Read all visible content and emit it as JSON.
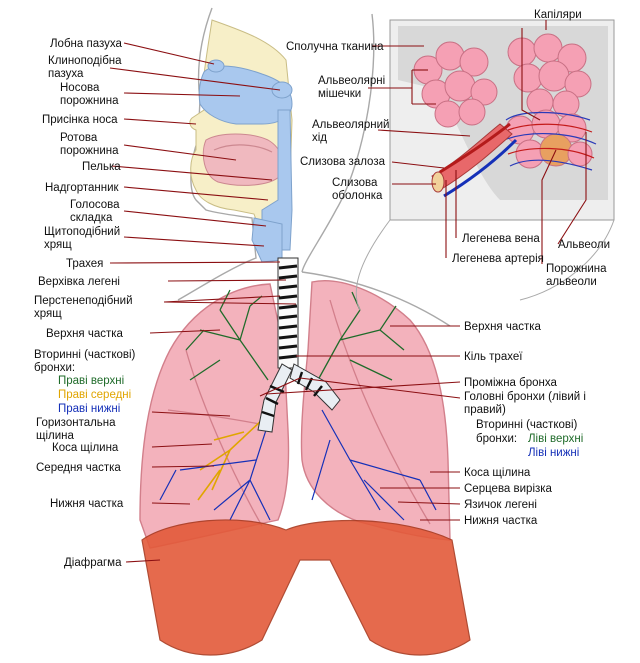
{
  "colors": {
    "skin": "#f7efc8",
    "airway": "#a9c8ee",
    "lung": "#f3b2bc",
    "diaphragm": "#e35a3a",
    "leader": "#8b0f12",
    "green": "#1f6b2a",
    "yellow": "#e0a500",
    "blue": "#1530b8"
  },
  "labels": {
    "frontal_sinus": "Лобна пазуха",
    "ethmoid_sinus_1": "Клиноподібна",
    "ethmoid_sinus_2": "пазуха",
    "nasal_cavity_1": "Носова",
    "nasal_cavity_2": "порожнина",
    "nostril": "Присінка носа",
    "oral_cavity_1": "Ротова",
    "oral_cavity_2": "порожнина",
    "pharynx": "Пелька",
    "epiglottis": "Надгортанник",
    "vocal_fold_1": "Голосова",
    "vocal_fold_2": "складка",
    "thyroid_cartilage_1": "Щитоподібний",
    "thyroid_cartilage_2": "хрящ",
    "trachea": "Трахея",
    "lung_apex": "Верхівка легені",
    "cricoid_cartilage_1": "Перстенеподібний",
    "cricoid_cartilage_2": "хрящ",
    "upper_lobe_left": "Верхня частка",
    "secondary_bronchi_left_1": "Вторинні (часткові)",
    "secondary_bronchi_left_2": "бронхи:",
    "right_upper": "Праві верхні",
    "right_middle": "Праві середні",
    "right_lower": "Праві нижні",
    "horizontal_fissure_1": "Горизонтальна",
    "horizontal_fissure_2": "щілина",
    "oblique_fissure_left": "Коса щілина",
    "middle_lobe": "Середня частка",
    "lower_lobe_left": "Нижня частка",
    "diaphragm": "Діафрагма",
    "connective_tissue": "Сполучна тканина",
    "capillaries": "Капіляри",
    "alveolar_sacs_1": "Альвеолярні",
    "alveolar_sacs_2": "мішечки",
    "alveolar_duct_1": "Альвеолярний",
    "alveolar_duct_2": "хід",
    "mucous_gland": "Слизова залоза",
    "mucous_membrane_1": "Слизова",
    "mucous_membrane_2": "оболонка",
    "pulmonary_vein": "Легенева вена",
    "pulmonary_artery": "Легенева артерія",
    "alveoli": "Альвеоли",
    "alveolar_cavity_1": "Порожнина",
    "alveolar_cavity_2": "альвеоли",
    "upper_lobe_right": "Верхня частка",
    "carina": "Кіль трахеї",
    "intermediate_bronchus": "Проміжна бронха",
    "main_bronchi_1": "Головні бронхи (лівий і",
    "main_bronchi_2": "правий)",
    "secondary_bronchi_right_1": "Вторинні (часткові)",
    "secondary_bronchi_right_2": "бронхи:",
    "left_upper": "Ліві верхні",
    "left_lower": "Ліві нижні",
    "oblique_fissure_right": "Коса щілина",
    "cardiac_notch": "Серцева вирізка",
    "lingula": "Язичок легені",
    "lower_lobe_right": "Нижня частка"
  }
}
